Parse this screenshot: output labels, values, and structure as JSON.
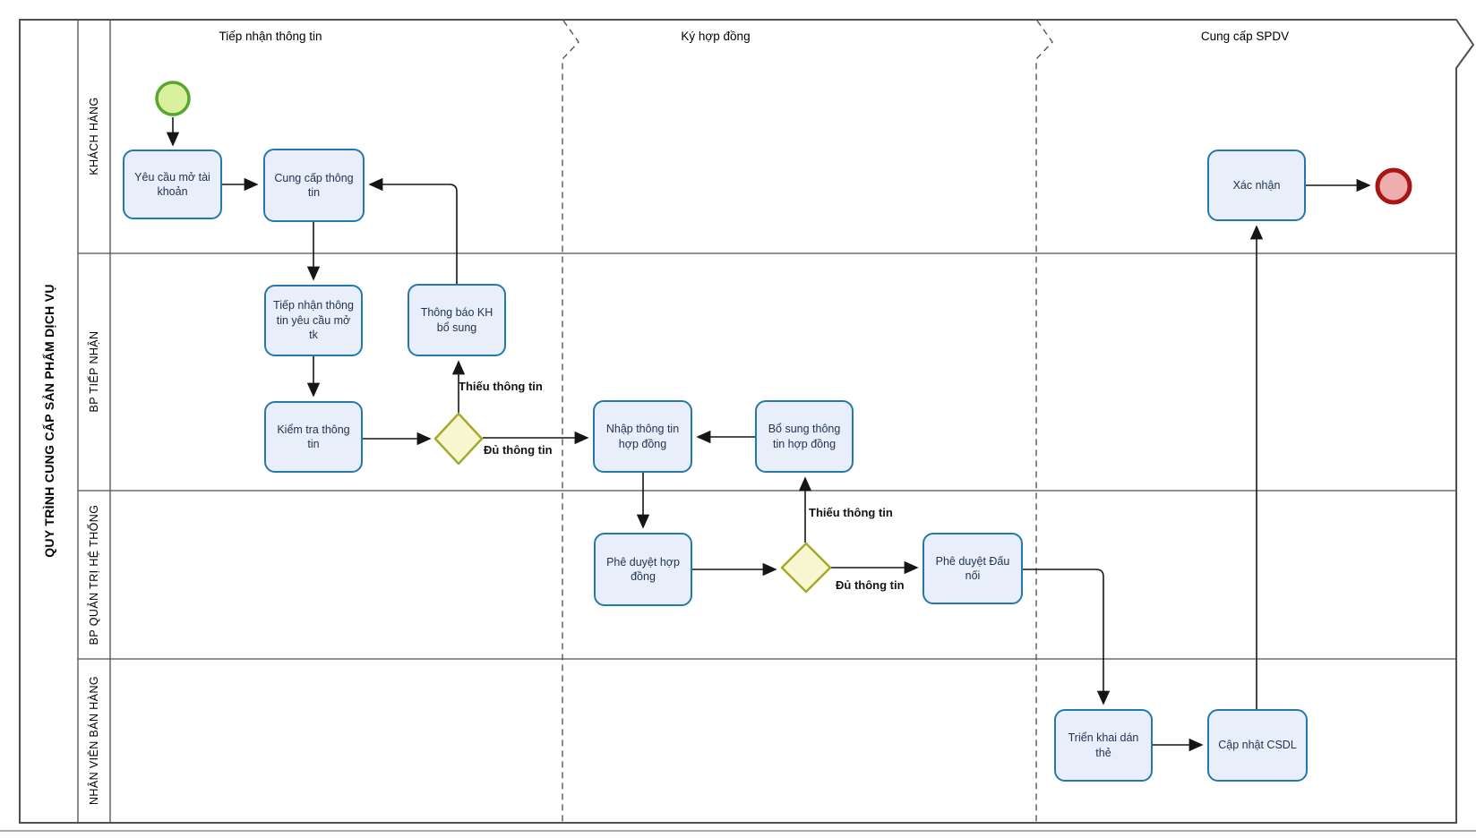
{
  "pool": {
    "title": "QUY TRÌNH CUNG CẤP SẢN PHẨM DỊCH VỤ"
  },
  "lanes": [
    {
      "label": "KHÁCH HÀNG"
    },
    {
      "label": "BP TIẾP NHẬN"
    },
    {
      "label": "BP QUẢN TRỊ HỆ THỐNG"
    },
    {
      "label": "NHÂN VIÊN BÁN HÀNG"
    }
  ],
  "phases": [
    {
      "label": "Tiếp nhận thông tin"
    },
    {
      "label": "Ký hợp đồng"
    },
    {
      "label": "Cung cấp SPDV"
    }
  ],
  "tasks": [
    {
      "label": "Yêu cầu mở tài khoản"
    },
    {
      "label": "Cung cấp thông tin"
    },
    {
      "label": "Tiếp nhận thông tin yêu cầu mở tk"
    },
    {
      "label": "Thông báo KH bổ sung"
    },
    {
      "label": "Kiểm tra thông tin"
    },
    {
      "label": "Nhập thông tin hợp đồng"
    },
    {
      "label": "Bổ sung thông tin hợp đồng"
    },
    {
      "label": "Phê duyệt hợp đồng"
    },
    {
      "label": "Phê duyệt Đấu nối"
    },
    {
      "label": "Triển khai dán thẻ"
    },
    {
      "label": "Cập nhật CSDL"
    },
    {
      "label": "Xác nhận"
    }
  ],
  "edge_labels": [
    {
      "text": "Thiếu thông tin"
    },
    {
      "text": "Đủ thông tin"
    },
    {
      "text": "Thiếu thông tin"
    },
    {
      "text": "Đủ thông tin"
    }
  ],
  "icons": {
    "start_event": "green-circle-start-event",
    "end_event": "red-circle-end-event",
    "gateway": "yellow-diamond-exclusive-gateway"
  },
  "colors": {
    "task_fill": "#e9eefb",
    "task_border": "#2478ad",
    "task_text": "#22344f",
    "gateway_fill": "#f8f6d0",
    "gateway_border": "#a6aa2a",
    "start_fill": "#d9f19e",
    "start_border": "#58a72c",
    "end_fill": "#efaeae",
    "end_border": "#a91414"
  }
}
